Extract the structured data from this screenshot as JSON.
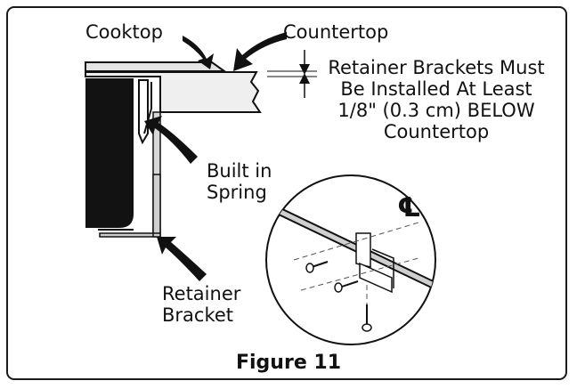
{
  "figure": {
    "caption": "Figure 11",
    "labels": {
      "cooktop": "Cooktop",
      "countertop": "Countertop",
      "note_lines": [
        "Retainer Brackets Must",
        "Be Installed At Least",
        "1/8\" (0.3 cm) BELOW",
        "Countertop"
      ],
      "spring_lines": [
        "Built in",
        "Spring"
      ],
      "bracket_lines": [
        "Retainer",
        "Bracket"
      ],
      "centerline_symbol": "℄"
    }
  }
}
